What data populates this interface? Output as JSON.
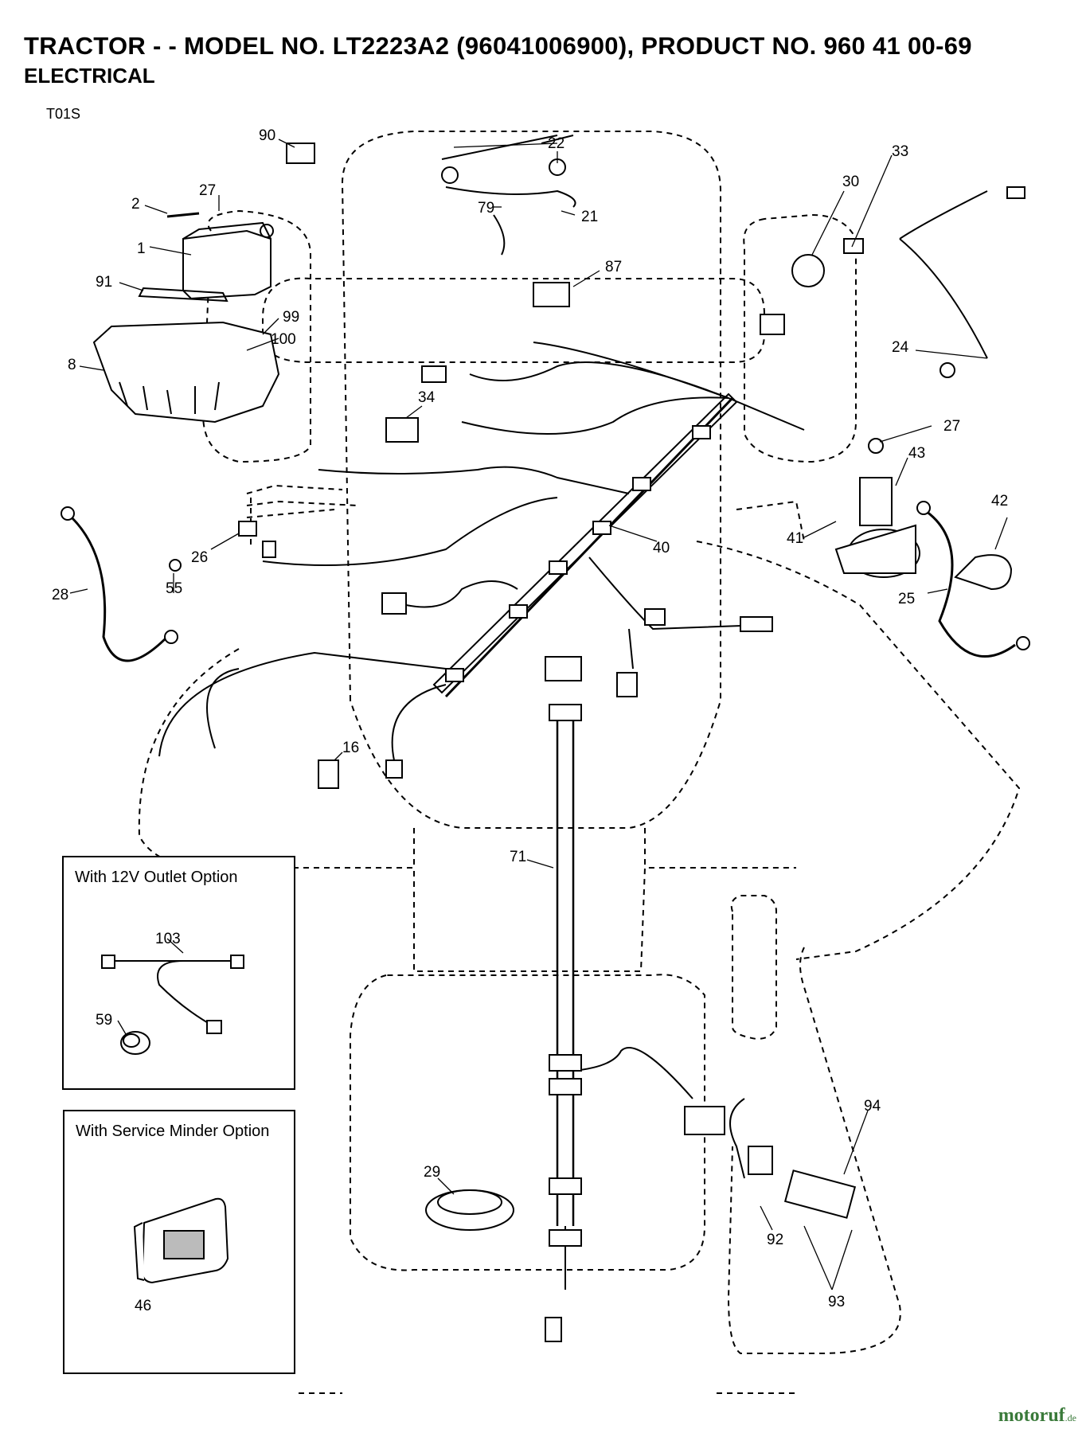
{
  "header": {
    "title": "TRACTOR - - MODEL NO. LT2223A2 (96041006900), PRODUCT NO. 960 41 00-69",
    "subtitle": "ELECTRICAL",
    "diagram_code": "T01S"
  },
  "insets": {
    "outlet": {
      "title": "With 12V Outlet Option",
      "parts": [
        "103",
        "59"
      ]
    },
    "service": {
      "title": "With Service Minder Option",
      "parts": [
        "46"
      ]
    }
  },
  "callouts": {
    "p90": "90",
    "p22": "22",
    "p33": "33",
    "p30": "30",
    "p2": "2",
    "p27a": "27",
    "p79": "79",
    "p21": "21",
    "p1": "1",
    "p87": "87",
    "p91": "91",
    "p99": "99",
    "p100": "100",
    "p8": "8",
    "p24": "24",
    "p34": "34",
    "p27b": "27",
    "p43": "43",
    "p42": "42",
    "p41": "41",
    "p26": "26",
    "p40": "40",
    "p28": "28",
    "p55": "55",
    "p25": "25",
    "p16": "16",
    "p71": "71",
    "p94": "94",
    "p29": "29",
    "p92": "92",
    "p93": "93",
    "p103": "103",
    "p59": "59",
    "p46": "46"
  },
  "watermark": {
    "brand": "motoruf",
    "tld": ".de"
  }
}
